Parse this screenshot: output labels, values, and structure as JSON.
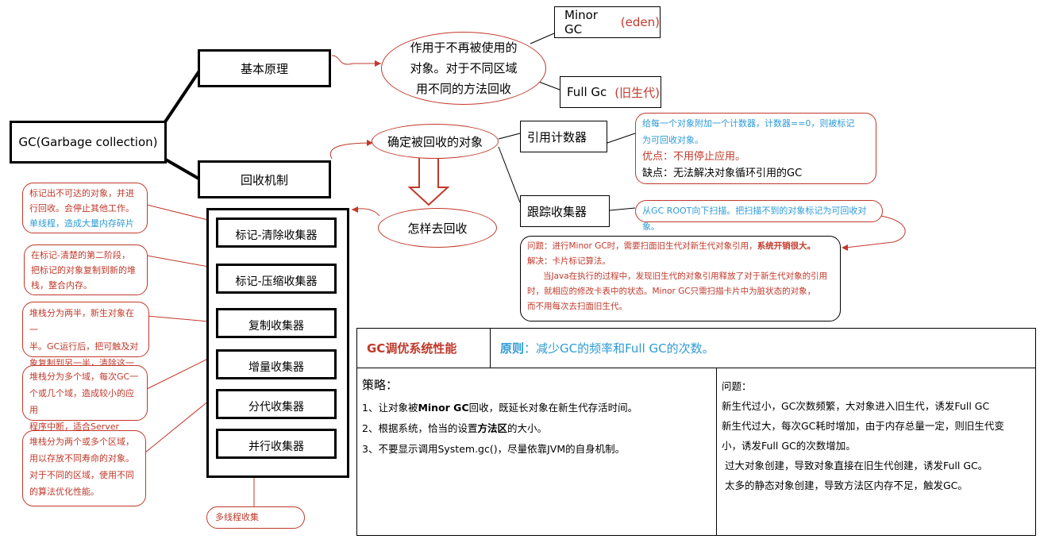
{
  "root": {
    "label": "GC(Garbage collection)"
  },
  "basic": {
    "label": "基本原理"
  },
  "mechanism": {
    "label": "回收机制"
  },
  "basic_ellipse": {
    "lines": [
      "作用于不再被使用的",
      "对象。对于不同区域",
      "用不同的方法回收"
    ]
  },
  "minor_gc": {
    "label": "Minor GC",
    "note": "(eden)"
  },
  "full_gc": {
    "label": "Full Gc",
    "note": "(旧生代)"
  },
  "determine": {
    "label": "确定被回收的对象"
  },
  "how": {
    "label": "怎样去回收"
  },
  "ref_counter": {
    "label": "引用计数器"
  },
  "tracing": {
    "label": "跟踪收集器"
  },
  "ref_note": {
    "line1": "给每一个对象附加一个计数器，计数器==0，则被标记",
    "line2": "为可回收对象。",
    "line3": "优点：不用停止应用。",
    "line4": "缺点：无法解决对象循环引用的GC"
  },
  "trace_note": {
    "text": "从GC ROOT向下扫描。把扫描不到的对象标记为可回收对象。"
  },
  "problem_note": {
    "l1a": "问题：进行Minor GC时，需要扫面旧生代对新生代对象引用，",
    "l1b": "系统开销很大。",
    "l2": "解决：卡片标记算法。",
    "l3": "当Java在执行的过程中，发现旧生代的对象引用释放了对于新生代对象的引用",
    "l4": "时，就相应的修改卡表中的状态。Minor GC只需扫描卡片中为脏状态的对象，",
    "l5": "而不用每次去扫面旧生代。"
  },
  "collectors": [
    "标记-清除收集器",
    "标记-压缩收集器",
    "复制收集器",
    "增量收集器",
    "分代收集器",
    "并行收集器"
  ],
  "collector_notes": [
    {
      "lines": [
        "标记出不可达的对象，并进",
        "行回收。会停止其他工作。"
      ],
      "blue": "单线程，造成大量内存碎片"
    },
    {
      "lines": [
        "在标记-清楚的第二阶段，",
        "把标记的对象复制到新的堆",
        "栈，整合内存。"
      ],
      "blue": ""
    },
    {
      "lines": [
        "堆栈分为两半，新生对象在一",
        "半。GC运行后，把可触及对",
        "象复制到另一半，清除这一半"
      ],
      "blue": ""
    },
    {
      "lines": [
        "堆栈分为多个域，每次GC一",
        "个或几个域，造成较小的应用",
        "程序中断，适合Server"
      ],
      "blue": ""
    },
    {
      "lines": [
        "堆栈分为两个或多个区域，",
        "用以存放不同寿命的对象。",
        "对于不同的区域，使用不同",
        "的算法优化性能。"
      ],
      "blue": ""
    }
  ],
  "parallel_note": {
    "text": "多线程收集"
  },
  "tuning": {
    "title": "GC调优系统性能",
    "principle_label": "原则",
    "principle_text": "：减少GC的频率和Full GC的次数。",
    "strategy_title": "策略：",
    "strategies": [
      {
        "pre": "1、让对象被",
        "bold": "Minor GC",
        "post": "回收，既延长对象在新生代存活时间。"
      },
      {
        "pre": "2、根据系统，恰当的设置",
        "bold": "方法区",
        "post": "的大小。"
      },
      {
        "pre": "3、不要显示调用System.gc()，尽量依靠JVM的自身机制。",
        "bold": "",
        "post": ""
      }
    ],
    "problem_title": "问题：",
    "problems": [
      "新生代过小，GC次数频繁，大对象进入旧生代，诱发Full GC",
      "新生代过大，每次GC耗时增加，由于内存总量一定，则旧生代变",
      "小，诱发Full GC的次数增加。",
      "过大对象创建，导致对象直接在旧生代创建，诱发Full GC。",
      "太多的静态对象创建，导致方法区内存不足，触发GC。"
    ]
  },
  "colors": {
    "red": "#c0392b",
    "blue": "#2e9bd6",
    "black": "#000000"
  }
}
